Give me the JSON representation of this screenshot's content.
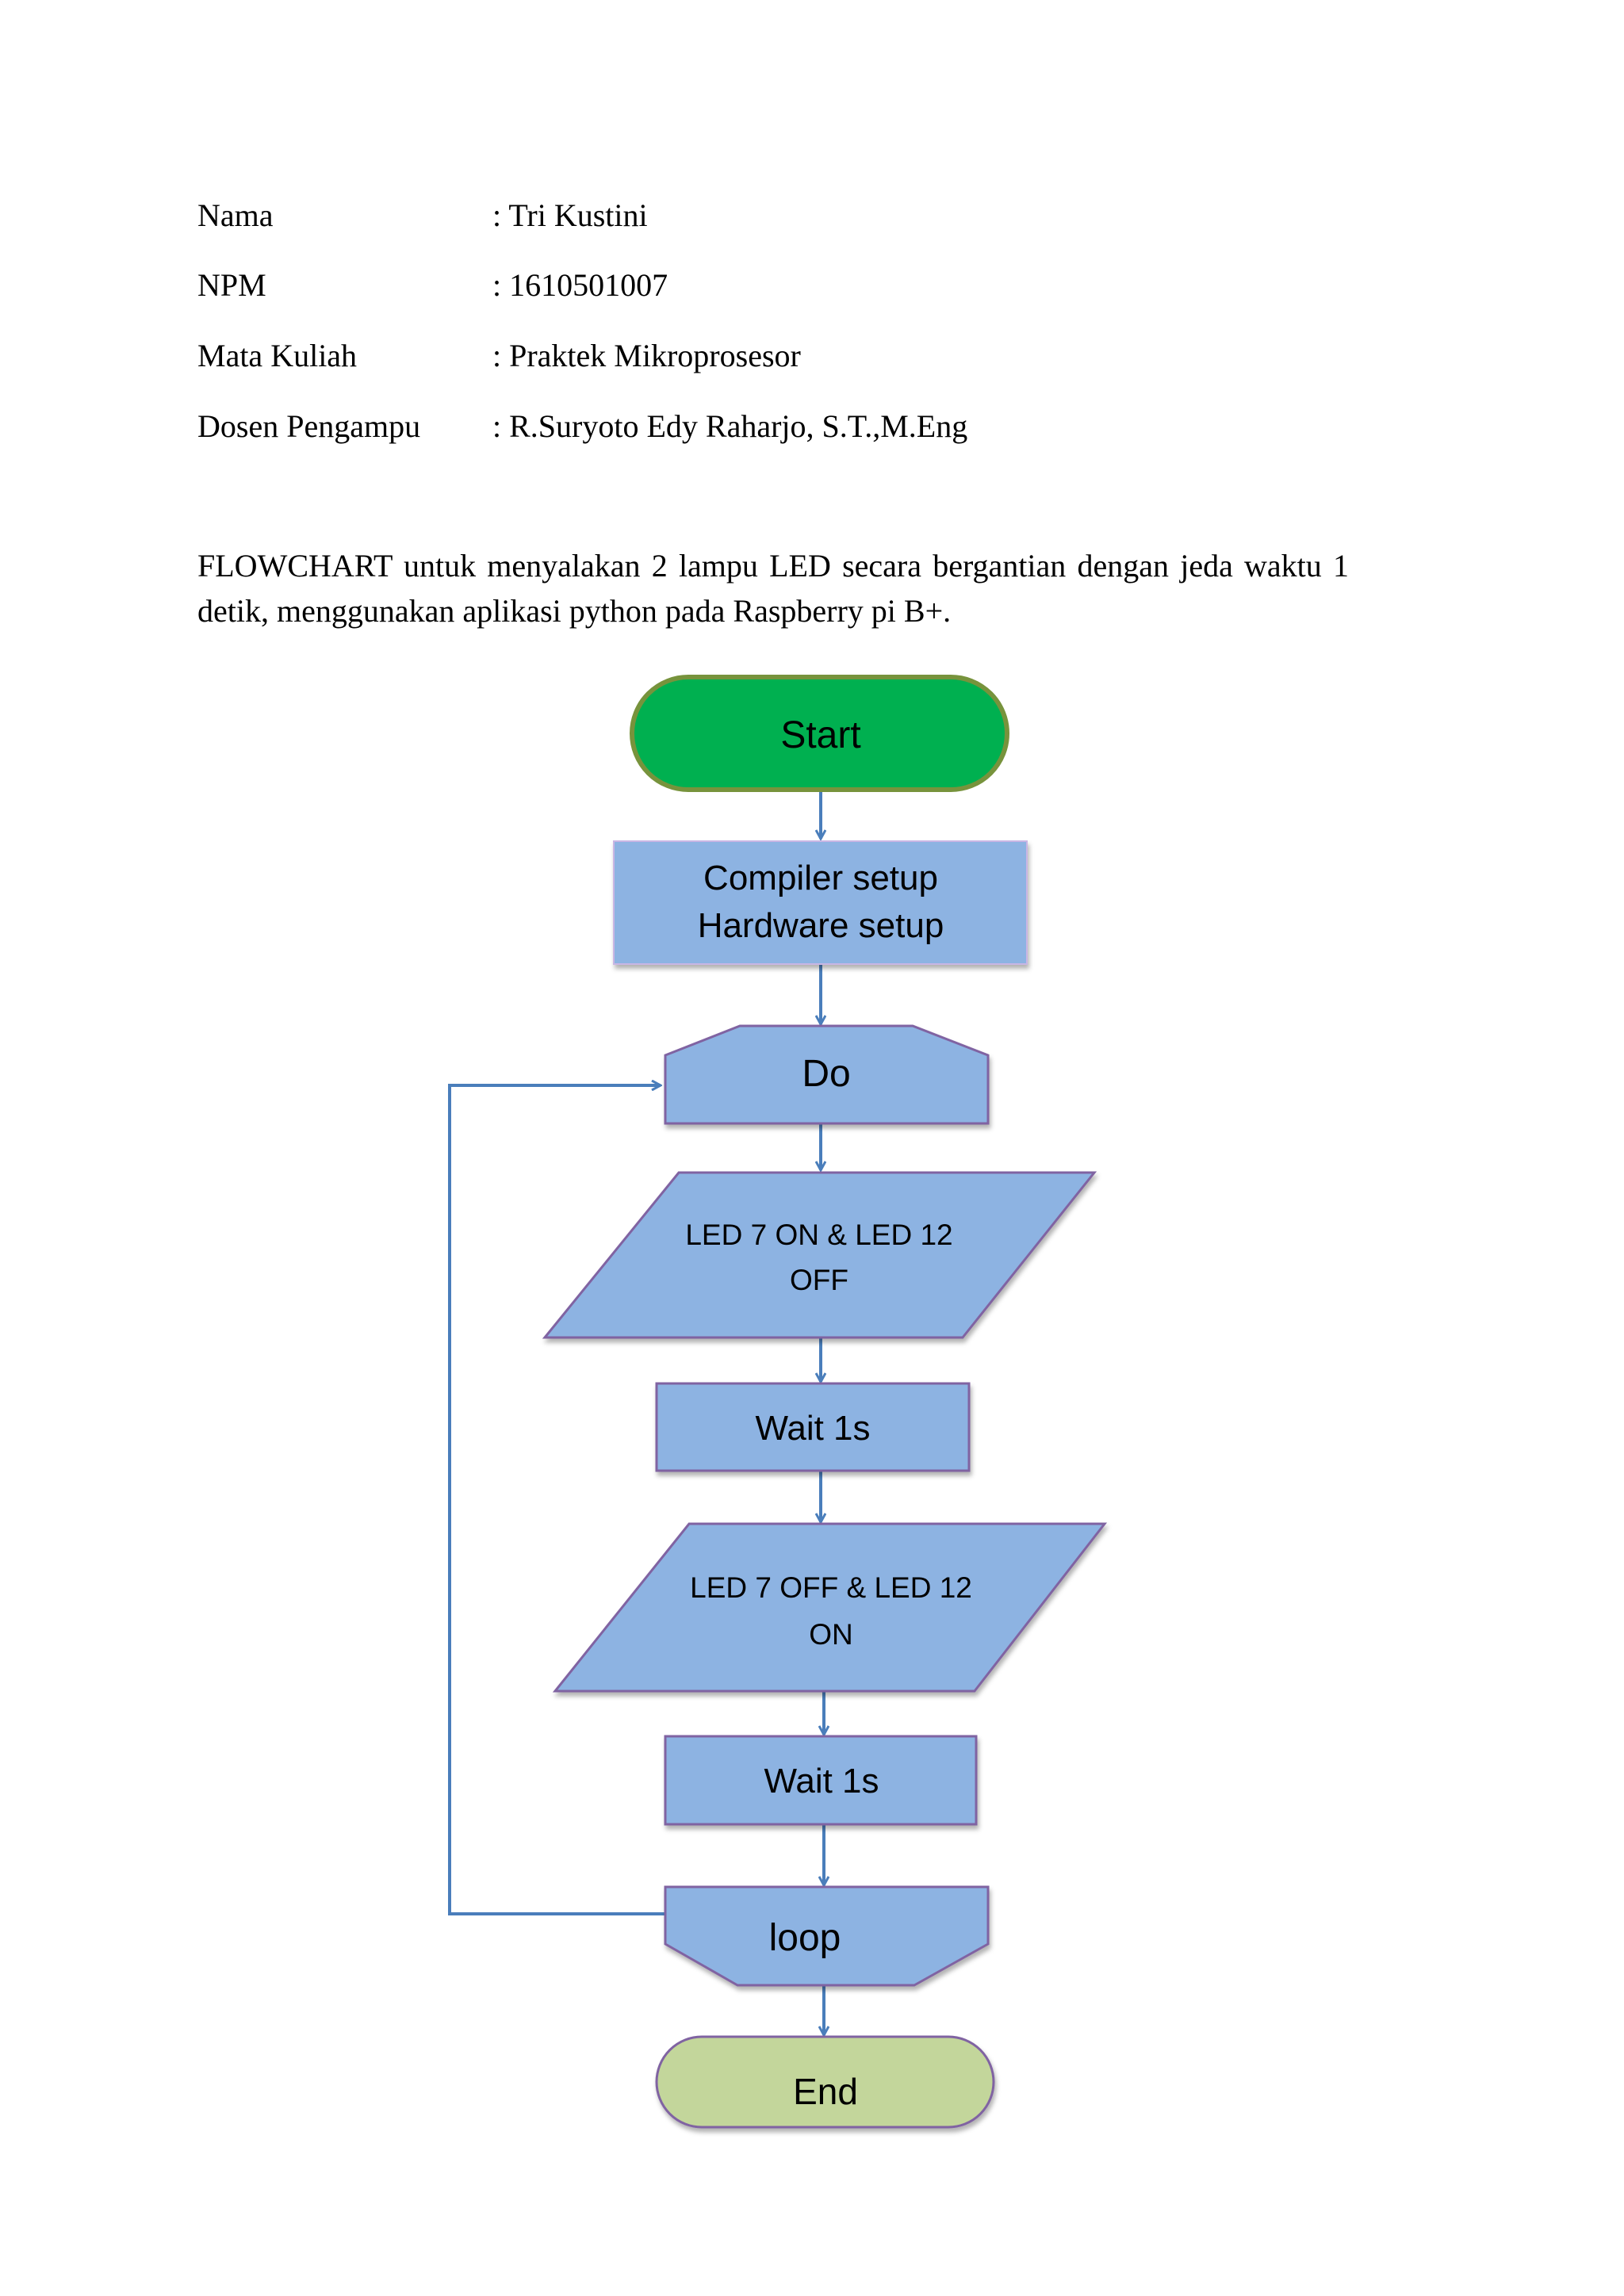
{
  "info": [
    {
      "label": "Nama",
      "value": ": Tri Kustini"
    },
    {
      "label": "NPM",
      "value": ": 1610501007"
    },
    {
      "label": "Mata Kuliah",
      "value": ": Praktek Mikroprosesor"
    },
    {
      "label": "Dosen Pengampu",
      "value": ": R.Suryoto  Edy Raharjo, S.T.,M.Eng"
    }
  ],
  "description": "FLOWCHART untuk menyalakan 2 lampu LED secara bergantian dengan jeda waktu 1 detik, menggunakan aplikasi python pada Raspberry pi B+.",
  "flowchart": {
    "start": "Start",
    "setup_line1": "Compiler setup",
    "setup_line2": "Hardware setup",
    "do": "Do",
    "step1_line1": "LED 7 ON & LED 12",
    "step1_line2": "OFF",
    "wait1": "Wait 1s",
    "step2_line1": "LED 7 OFF & LED 12",
    "step2_line2": "ON",
    "wait2": "Wait 1s",
    "loop": "loop",
    "end": "End"
  },
  "colors": {
    "start_fill": "#00b050",
    "start_stroke": "#77933c",
    "process_fill": "#8db3e2",
    "process_stroke": "#8064a2",
    "end_fill": "#c3d69b",
    "arrow": "#4a7ebb"
  }
}
